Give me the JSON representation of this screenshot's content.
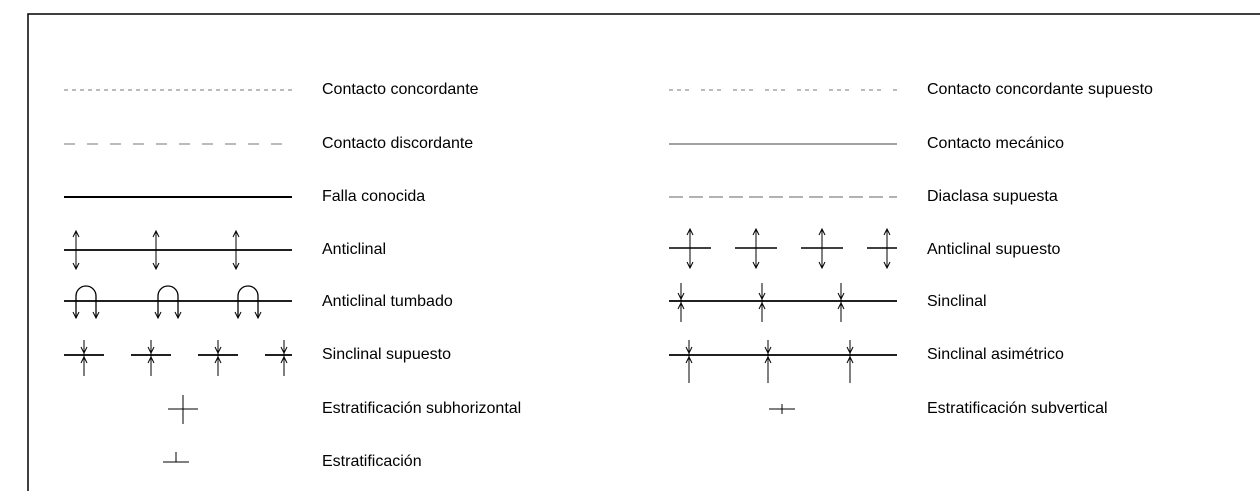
{
  "legend": {
    "left": [
      {
        "label": "Contacto concordante",
        "symbol": "dotted-line"
      },
      {
        "label": "Contacto discordante",
        "symbol": "dashed-line"
      },
      {
        "label": "Falla conocida",
        "symbol": "solid-thick-line"
      },
      {
        "label": "Anticlinal",
        "symbol": "anticline"
      },
      {
        "label": "Anticlinal tumbado",
        "symbol": "overturned-anticline"
      },
      {
        "label": "Sinclinal supuesto",
        "symbol": "inferred-syncline"
      },
      {
        "label": "Estratificación subhorizontal",
        "symbol": "subhorizontal-bedding"
      },
      {
        "label": "Estratificación",
        "symbol": "bedding"
      }
    ],
    "right": [
      {
        "label": "Contacto concordante supuesto",
        "symbol": "inferred-contact"
      },
      {
        "label": "Contacto mecánico",
        "symbol": "thin-solid-line"
      },
      {
        "label": "Diaclasa supuesta",
        "symbol": "long-dash-line"
      },
      {
        "label": "Anticlinal supuesto",
        "symbol": "inferred-anticline"
      },
      {
        "label": "Sinclinal",
        "symbol": "syncline"
      },
      {
        "label": "Sinclinal asimétrico",
        "symbol": "asymmetric-syncline"
      },
      {
        "label": "Estratificación subvertical",
        "symbol": "subvertical-bedding"
      }
    ]
  }
}
